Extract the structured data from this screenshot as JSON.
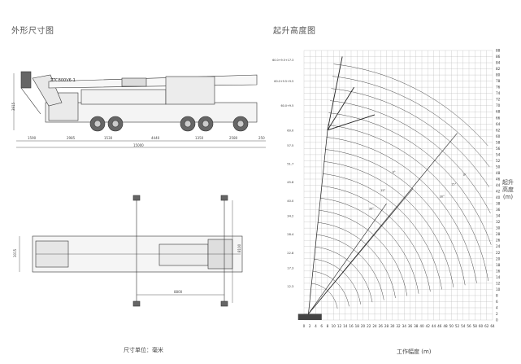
{
  "titles": {
    "dimension_drawing": "外形尺寸图",
    "lift_height_chart": "起升高度图"
  },
  "side_view": {
    "model_label": "ZTC800V6-1",
    "segment_dims": [
      "1590",
      "2985",
      "1530",
      "4440",
      "1350",
      "2580",
      "250"
    ],
    "total_length": "15000",
    "height_dim": "3915"
  },
  "plan_view": {
    "width_dim": "3015",
    "outrigger_width": "8100",
    "outrigger_length": "8800"
  },
  "unit_note": "尺寸单位：毫米",
  "chart": {
    "x_axis_title": "工作幅度 (m)",
    "y_axis_title": "起升高度(m)",
    "x_ticks": [
      "0",
      "2",
      "4",
      "6",
      "8",
      "10",
      "12",
      "14",
      "16",
      "18",
      "20",
      "22",
      "24",
      "26",
      "28",
      "30",
      "32",
      "34",
      "36",
      "38",
      "40",
      "42",
      "44",
      "46",
      "48",
      "50",
      "52",
      "54",
      "56",
      "58",
      "60",
      "62",
      "64"
    ],
    "y_ticks": [
      "0",
      "2",
      "4",
      "6",
      "8",
      "10",
      "12",
      "14",
      "16",
      "18",
      "20",
      "22",
      "24",
      "26",
      "28",
      "30",
      "32",
      "34",
      "36",
      "38",
      "40",
      "42",
      "44",
      "46",
      "48",
      "50",
      "52",
      "54",
      "56",
      "58",
      "60",
      "62",
      "64",
      "66",
      "68",
      "70",
      "72",
      "74",
      "76",
      "78",
      "80",
      "82",
      "84",
      "86",
      "88"
    ],
    "boom_length_labels": [
      "12.3",
      "17.3",
      "22.8",
      "28.4",
      "34.2",
      "40.0",
      "45.8",
      "51.7",
      "57.5",
      "60.0"
    ],
    "jib_labels": [
      "60.0+9.5+17.3",
      "60.0+9.5+9.5",
      "60.0+9.5"
    ],
    "angle_labels": [
      "30°",
      "15°",
      "0°",
      "30°",
      "15°",
      "0°"
    ]
  }
}
